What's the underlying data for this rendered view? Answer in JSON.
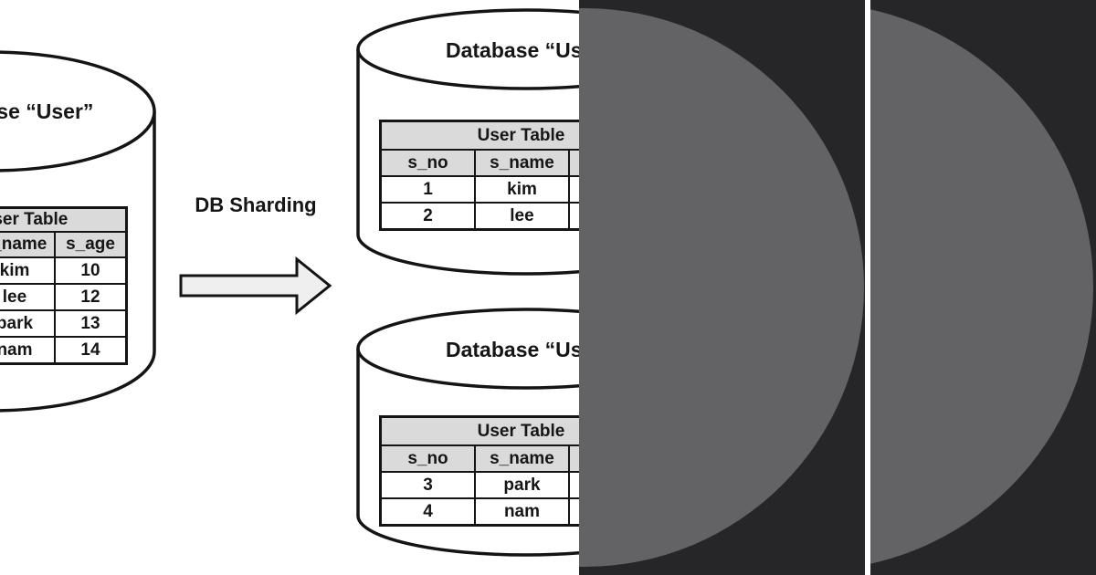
{
  "page": {
    "background": "#ffffff",
    "text_color": "#161616"
  },
  "diagram": {
    "source_db": {
      "label": "Database “User”",
      "table": {
        "title": "User Table",
        "columns": {
          "name": "s_name",
          "age": "s_age"
        },
        "rows": [
          {
            "name": "kim",
            "age": "10"
          },
          {
            "name": "lee",
            "age": "12"
          },
          {
            "name": "park",
            "age": "13"
          },
          {
            "name": "nam",
            "age": "14"
          }
        ]
      }
    },
    "process": {
      "label": "DB Sharding"
    },
    "shard_top": {
      "label": "Database “Use",
      "table": {
        "title": "User Table",
        "columns": {
          "no": "s_no",
          "name": "s_name"
        },
        "rows": [
          {
            "no": "1",
            "name": "kim"
          },
          {
            "no": "2",
            "name": "lee"
          }
        ]
      }
    },
    "shard_bottom": {
      "label": "Database “Use",
      "table": {
        "title": "User Table",
        "columns": {
          "no": "s_no",
          "name": "s_name"
        },
        "rows": [
          {
            "no": "3",
            "name": "park"
          },
          {
            "no": "4",
            "name": "nam"
          }
        ]
      }
    },
    "table_header_bg": "#dadada",
    "arrow_fill": "#efefef",
    "stroke_color": "#141414"
  },
  "overlay": {
    "panel_bg": "#262629",
    "circle_color": "#636365",
    "divider_color": "#ffffff"
  }
}
